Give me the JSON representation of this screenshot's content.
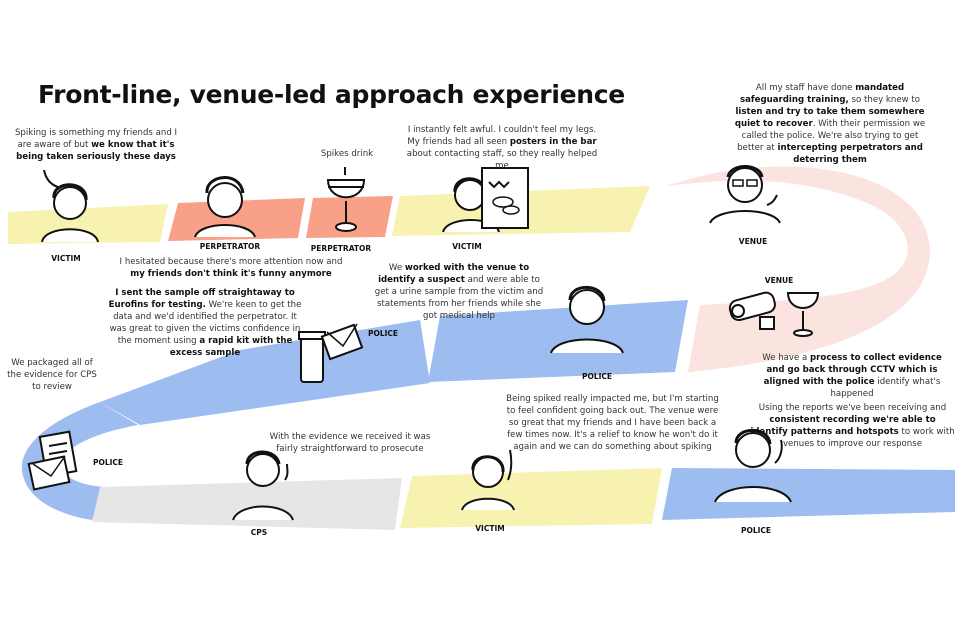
{
  "title": "Front-line, venue-led approach experience",
  "colors": {
    "victim": "#f8f2b0",
    "perpetrator": "#f9a088",
    "venue": "#fbe3df",
    "police": "#9dbcf0",
    "cps": "#e6e6e6"
  },
  "labels": {
    "victim1": "VICTIM",
    "perp1": "PERPETRATOR",
    "perp2": "PERPETRATOR",
    "victim2": "VICTIM",
    "venue1": "VENUE",
    "venue2": "VENUE",
    "police1": "POLICE",
    "police2": "POLICE",
    "police3": "POLICE",
    "cps": "CPS",
    "victim3": "VICTIM",
    "police4": "POLICE"
  },
  "quotes": {
    "victim_aware": [
      {
        "t": "Spiking is something my friends and I are aware of but "
      },
      {
        "t": "we know that it's being taken seriously these days",
        "b": true
      }
    ],
    "spikes_drink": [
      {
        "t": "Spikes drink"
      }
    ],
    "perp_hesitated": [
      {
        "t": "I hesitated because there's more attention now and "
      },
      {
        "t": "my friends don't think it's funny anymore",
        "b": true
      }
    ],
    "victim_awful": [
      {
        "t": "I instantly felt awful. I couldn't feel my legs. My friends had all seen "
      },
      {
        "t": "posters in the bar",
        "b": true
      },
      {
        "t": " about contacting staff, so they really helped me"
      }
    ],
    "venue_staff": [
      {
        "t": "All my staff have done "
      },
      {
        "t": "mandated safeguarding training,",
        "b": true
      },
      {
        "t": " so they knew to "
      },
      {
        "t": "listen and try to take them somewhere quiet to recover",
        "b": true
      },
      {
        "t": ". With their permission we called the police. We're also trying to get better at "
      },
      {
        "t": "intercepting perpetrators and deterring them",
        "b": true
      }
    ],
    "police_sample": [
      {
        "t": "I sent the sample off straightaway to Eurofins for testing.",
        "b": true
      },
      {
        "t": " We're keen to get the data and we'd identified the perpetrator. It was great to given the victims confidence in the moment using "
      },
      {
        "t": "a rapid kit with the excess sample",
        "b": true
      }
    ],
    "police_worked": [
      {
        "t": "We "
      },
      {
        "t": "worked with the venue to identify a suspect",
        "b": true
      },
      {
        "t": " and were able to get a urine sample from the victim and statements from her friends while she got medical help"
      }
    ],
    "venue_cctv": [
      {
        "t": "We have a "
      },
      {
        "t": "process to collect evidence and go back through CCTV which is aligned with the police",
        "b": true
      },
      {
        "t": " identify what's happened"
      }
    ],
    "police_packaged": [
      {
        "t": "We packaged all of the evidence for CPS to review"
      }
    ],
    "cps_evidence": [
      {
        "t": "With the evidence we received it was fairly straightforward to prosecute"
      }
    ],
    "victim_confident": [
      {
        "t": "Being spiked really impacted me, but I'm starting to feel confident going back out. The venue were so great that my friends and I have been back a few times now. It's a relief to know he won't do it again and we can do something about spiking"
      }
    ],
    "police_reports": [
      {
        "t": "Using the reports we've been receiving and "
      },
      {
        "t": "consistent recording we're able to identify patterns and hotspots",
        "b": true
      },
      {
        "t": " to work with venues to improve our response"
      }
    ]
  }
}
